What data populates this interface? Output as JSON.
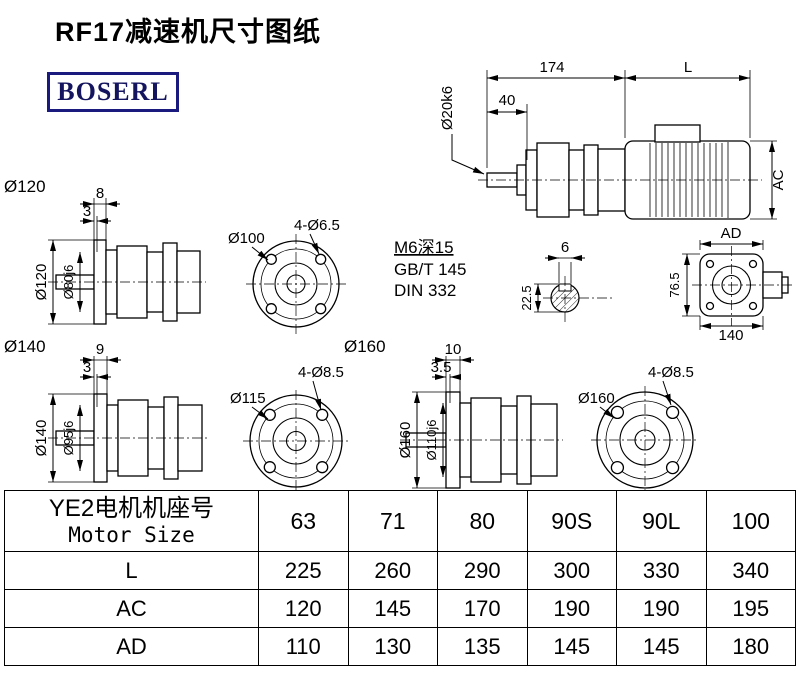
{
  "page": {
    "title": "RF17减速机尺寸图纸",
    "logo": "BOSERL"
  },
  "colors": {
    "line": "#000000",
    "logo_border": "#1a1a7e",
    "background": "#ffffff"
  },
  "assembly": {
    "dim_total_front": "174",
    "dim_motor": "L",
    "dim_shaft_len": "40",
    "shaft_dia": "Ø20k6",
    "dim_motor_height": "AC"
  },
  "tap_notes": {
    "line1": "M6深15",
    "line2": "GB/T 145",
    "line3": "DIN 332"
  },
  "key_section": {
    "key_width": "6",
    "key_height": "22.5"
  },
  "ad_view": {
    "label": "AD",
    "height": "76.5",
    "width": "140"
  },
  "flange120": {
    "title": "Ø120",
    "step1": "8",
    "step2": "3",
    "outer_dia": "Ø120",
    "spigot_dia": "Ø80j6",
    "bolt_circle": "Ø100",
    "holes": "4-Ø6.5"
  },
  "flange140": {
    "title": "Ø140",
    "step1": "9",
    "step2": "3",
    "outer_dia": "Ø140",
    "spigot_dia": "Ø95j6",
    "bolt_circle": "Ø115",
    "holes": "4-Ø8.5"
  },
  "flange160": {
    "title": "Ø160",
    "step1": "10",
    "step2": "3.5",
    "outer_dia": "Ø160",
    "spigot_dia": "Ø110j6",
    "bolt_circle": "Ø160",
    "holes": "4-Ø8.5"
  },
  "table": {
    "header_cn": "YE2电机机座号",
    "header_en": "Motor Size",
    "sizes": [
      "63",
      "71",
      "80",
      "90S",
      "90L",
      "100"
    ],
    "rows": [
      {
        "label": "L",
        "values": [
          "225",
          "260",
          "290",
          "300",
          "330",
          "340"
        ]
      },
      {
        "label": "AC",
        "values": [
          "120",
          "145",
          "170",
          "190",
          "190",
          "195"
        ]
      },
      {
        "label": "AD",
        "values": [
          "110",
          "130",
          "135",
          "145",
          "145",
          "180"
        ]
      }
    ]
  }
}
